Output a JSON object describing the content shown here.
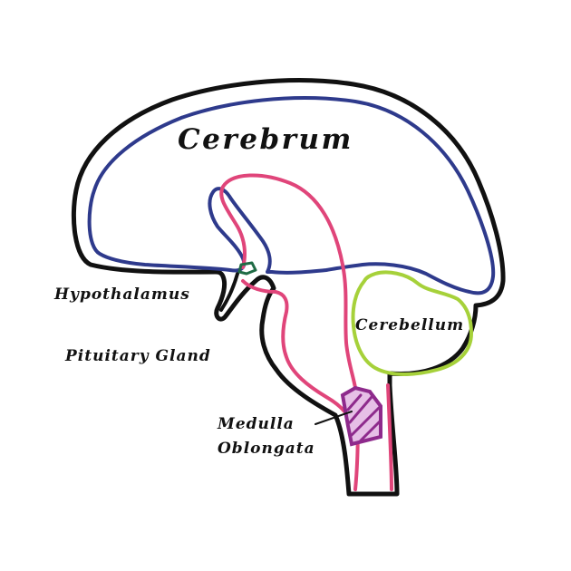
{
  "labels": {
    "cerebrum": "Cerebrum",
    "hypothalamus": "Hypothalamus",
    "pituitary_gland": "Pituitary Gland",
    "cerebellum": "Cerebellum",
    "medulla_line1": "Medulla",
    "medulla_line2": "Oblongata"
  },
  "colors": {
    "outline": "#111111",
    "cerebrum": "#2e3a8c",
    "brainstem": "#e0457a",
    "cerebellum": "#a6d13a",
    "hypothalamus": "#1f6b45",
    "medulla": "#8e2a8c"
  }
}
